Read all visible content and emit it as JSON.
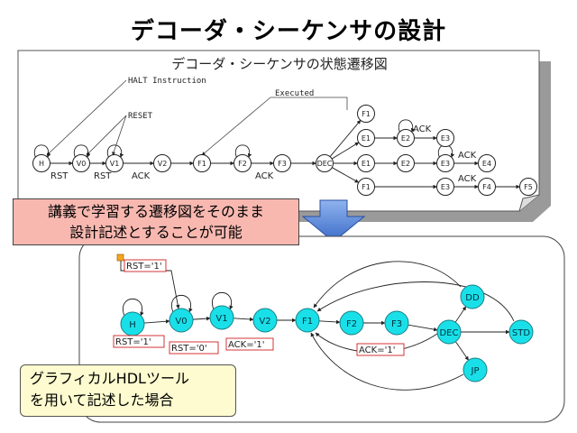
{
  "title": "デコーダ・シーケンサの設計",
  "upper": {
    "caption": "デコーダ・シーケンサの状態遷移図",
    "annot_halt": "HALT Instruction",
    "annot_reset": "RESET",
    "annot_executed": "Executed",
    "states": [
      "H",
      "V0",
      "V1",
      "V2",
      "F1",
      "F2",
      "F3",
      "DEC",
      "F1",
      "E1",
      "E1",
      "F1",
      "E2",
      "E2",
      "E3",
      "E3",
      "E3",
      "E4",
      "F4",
      "F5"
    ],
    "edge_labels": [
      "RST",
      "RST",
      "ACK",
      "ACK",
      "ACK",
      "ACK",
      "ACK"
    ]
  },
  "callout_top": [
    "講義で学習する遷移図をそのまま",
    "設計記述とすることが可能"
  ],
  "lower": {
    "states": [
      "H",
      "V0",
      "V1",
      "V2",
      "F1",
      "F2",
      "F3",
      "DEC",
      "DD",
      "STD",
      "JP"
    ],
    "cond_labels": [
      "RST='1'",
      "RST='1'",
      "RST='0'",
      "ACK='1'",
      "ACK='1'"
    ]
  },
  "callout_bottom": [
    "グラフィカルHDLツール",
    "を用いて記述した場合"
  ],
  "colors": {
    "state_fill": "#19e0e8",
    "callout_pink": "#f8b8b0",
    "callout_yellow": "#fdfbcf",
    "arrow_blue": "#5b8ad8"
  }
}
